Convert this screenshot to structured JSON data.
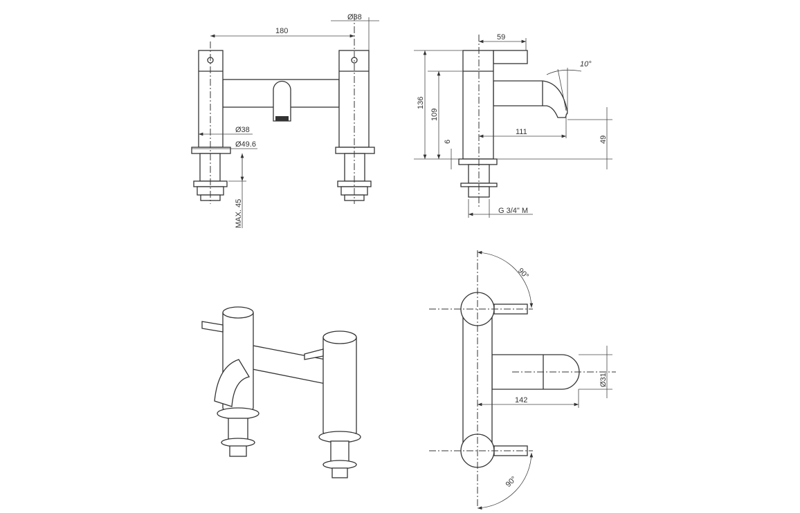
{
  "front_view": {
    "width_label": "180",
    "top_diameter_label": "Ø38",
    "body_diameter_label": "Ø38",
    "base_diameter_label": "Ø49.6",
    "max_label": "MAX. 45"
  },
  "side_view": {
    "height_total_label": "136",
    "height_spout_label": "109",
    "plate_label": "6",
    "reach_label": "111",
    "spout_height_label": "49",
    "lever_label": "59",
    "angle_label": "10°",
    "thread_label": "G 3/4\" M"
  },
  "plan_view": {
    "angle_top_label": "90°",
    "angle_bottom_label": "90°",
    "spout_diameter_label": "Ø31",
    "spout_length_label": "142"
  }
}
